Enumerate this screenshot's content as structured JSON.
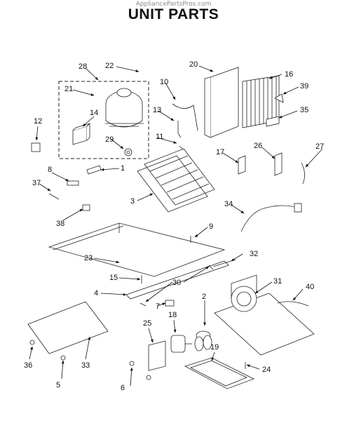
{
  "header": {
    "watermark": "AppliancePartsPros.com",
    "title": "UNIT PARTS"
  },
  "callouts": [
    "28",
    "22",
    "20",
    "16",
    "21",
    "10",
    "39",
    "13",
    "35",
    "12",
    "14",
    "11",
    "29",
    "17",
    "26",
    "27",
    "1",
    "8",
    "37",
    "3",
    "34",
    "38",
    "9",
    "23",
    "32",
    "15",
    "30",
    "31",
    "40",
    "4",
    "7",
    "2",
    "18",
    "25",
    "19",
    "36",
    "33",
    "24",
    "5",
    "6"
  ]
}
